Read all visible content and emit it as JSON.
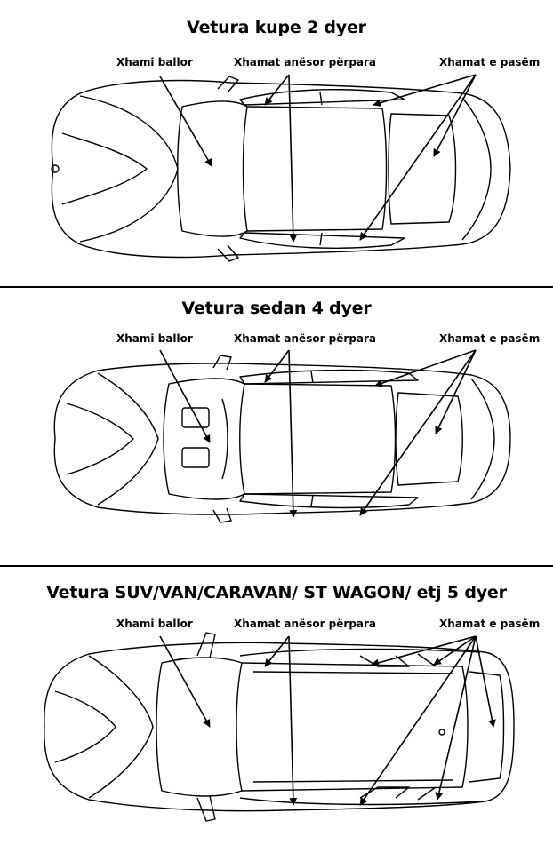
{
  "colors": {
    "line": "#000000",
    "background": "#ffffff"
  },
  "sections": [
    {
      "title": "Vetura kupe 2 dyer",
      "labels": {
        "windshield": "Xhami ballor",
        "front_side": "Xhamat anësor përpara",
        "rear": "Xhamat e pasëm"
      },
      "icon": "coupe-car-top-view"
    },
    {
      "title": "Vetura sedan 4 dyer",
      "labels": {
        "windshield": "Xhami ballor",
        "front_side": "Xhamat anësor përpara",
        "rear": "Xhamat e pasëm"
      },
      "icon": "sedan-car-top-view"
    },
    {
      "title": "Vetura SUV/VAN/CARAVAN/ ST WAGON/ etj 5 dyer",
      "labels": {
        "windshield": "Xhami ballor",
        "front_side": "Xhamat anësor përpara",
        "rear": "Xhamat e pasëm"
      },
      "icon": "wagon-car-top-view"
    }
  ]
}
